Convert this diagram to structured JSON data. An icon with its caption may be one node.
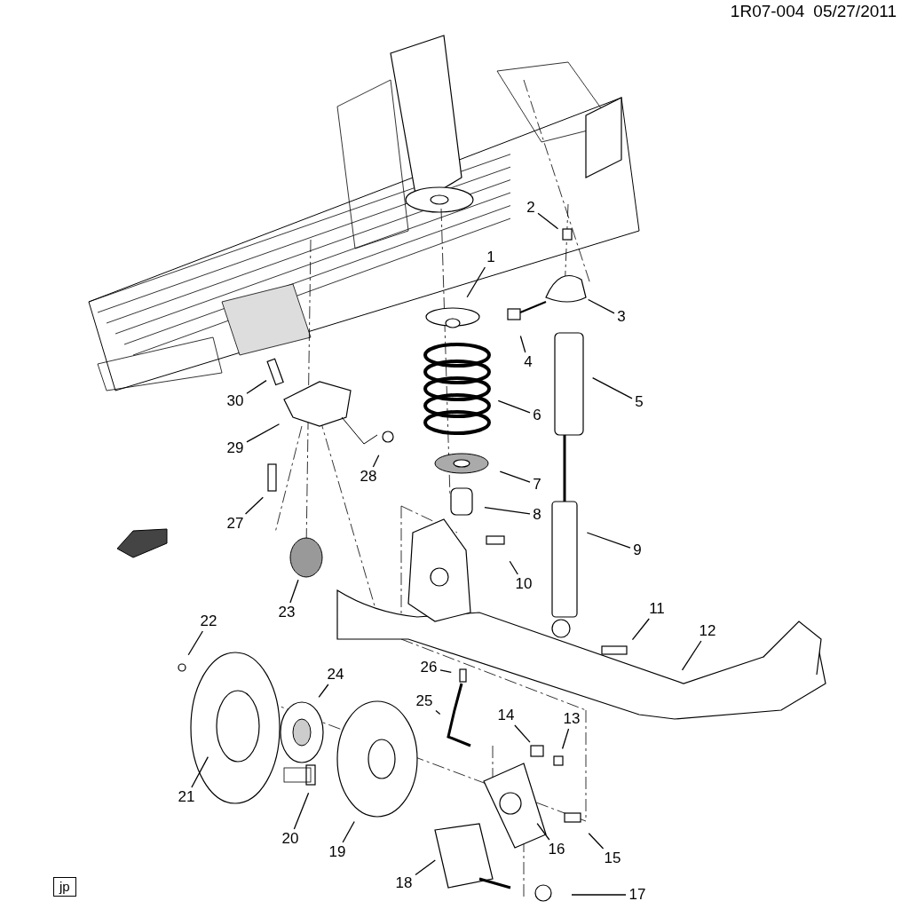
{
  "diagram": {
    "nodes": [
      {
        "text": [
          "1"
        ]
      },
      {
        "text": [
          "2"
        ]
      },
      {
        "text": [
          "3"
        ]
      },
      {
        "text": [
          "4"
        ]
      },
      {
        "text": [
          "5"
        ]
      },
      {
        "text": [
          "6"
        ]
      },
      {
        "text": [
          "7"
        ]
      },
      {
        "text": [
          "8"
        ]
      },
      {
        "text": [
          "9"
        ]
      },
      {
        "text": [
          "10"
        ]
      },
      {
        "text": [
          "11"
        ]
      },
      {
        "text": [
          "12"
        ]
      },
      {
        "text": [
          "13"
        ]
      },
      {
        "text": [
          "14"
        ]
      },
      {
        "text": [
          "15"
        ]
      },
      {
        "text": [
          "16"
        ]
      },
      {
        "text": [
          "17"
        ]
      },
      {
        "text": [
          "18"
        ]
      },
      {
        "text": [
          "19"
        ]
      },
      {
        "text": [
          "20"
        ]
      },
      {
        "text": [
          "21"
        ]
      },
      {
        "text": [
          "22"
        ]
      },
      {
        "text": [
          "23"
        ]
      },
      {
        "text": [
          "24"
        ]
      },
      {
        "text": [
          "25"
        ]
      },
      {
        "text": [
          "26"
        ]
      },
      {
        "text": [
          "27"
        ]
      },
      {
        "text": [
          "28"
        ]
      },
      {
        "text": [
          "29"
        ]
      },
      {
        "text": [
          "30"
        ]
      }
    ],
    "edges": [
      {
        "from": 0,
        "to": null,
        "arrow": "none"
      },
      {
        "from": 1,
        "to": null,
        "arrow": "none"
      },
      {
        "from": 2,
        "to": null,
        "arrow": "none"
      },
      {
        "from": 3,
        "to": null,
        "arrow": "none"
      },
      {
        "from": 4,
        "to": null,
        "arrow": "none"
      },
      {
        "from": 5,
        "to": null,
        "arrow": "none"
      },
      {
        "from": 6,
        "to": null,
        "arrow": "none"
      },
      {
        "from": 7,
        "to": null,
        "arrow": "none"
      },
      {
        "from": 8,
        "to": null,
        "arrow": "none"
      },
      {
        "from": 9,
        "to": null,
        "arrow": "none"
      },
      {
        "from": 10,
        "to": null,
        "arrow": "none"
      },
      {
        "from": 11,
        "to": null,
        "arrow": "none"
      },
      {
        "from": 12,
        "to": null,
        "arrow": "none"
      },
      {
        "from": 13,
        "to": null,
        "arrow": "none"
      },
      {
        "from": 14,
        "to": null,
        "arrow": "none"
      },
      {
        "from": 15,
        "to": null,
        "arrow": "none"
      },
      {
        "from": 16,
        "to": null,
        "arrow": "none"
      },
      {
        "from": 17,
        "to": null,
        "arrow": "none"
      },
      {
        "from": 18,
        "to": null,
        "arrow": "none"
      },
      {
        "from": 19,
        "to": null,
        "arrow": "none"
      },
      {
        "from": 20,
        "to": null,
        "arrow": "none"
      },
      {
        "from": 21,
        "to": null,
        "arrow": "none"
      },
      {
        "from": 22,
        "to": null,
        "arrow": "none"
      },
      {
        "from": 23,
        "to": null,
        "arrow": "none"
      },
      {
        "from": 24,
        "to": null,
        "arrow": "none"
      },
      {
        "from": 25,
        "to": null,
        "arrow": "none"
      },
      {
        "from": 26,
        "to": null,
        "arrow": "none"
      },
      {
        "from": 27,
        "to": null,
        "arrow": "none"
      },
      {
        "from": 28,
        "to": null,
        "arrow": "none"
      },
      {
        "from": 29,
        "to": null,
        "arrow": "none"
      }
    ],
    "labels": [
      "1R07-004",
      "05/27/2011",
      "jp"
    ]
  }
}
